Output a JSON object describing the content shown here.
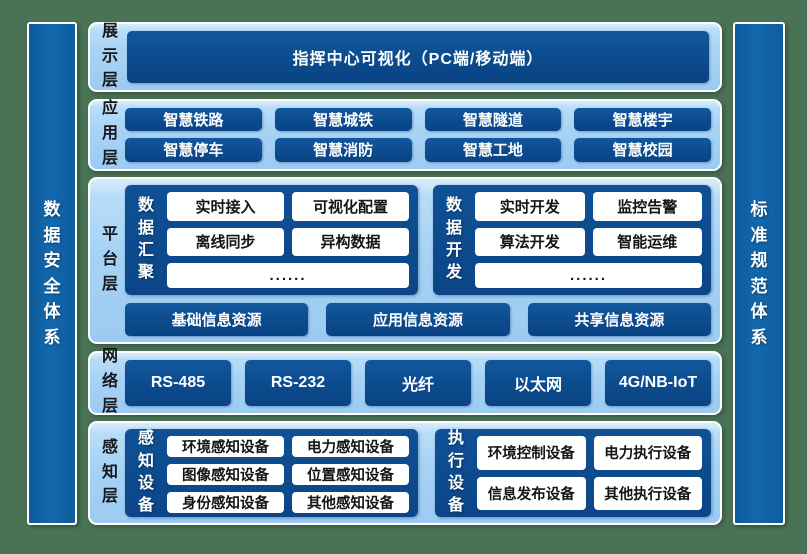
{
  "colors": {
    "background_green": "#4a7355",
    "pillar_blue": "#1268ac",
    "panel_light_blue": "#a6d2f4",
    "box_dark_blue": "#0c4b8d",
    "box_text_white": "#ffffff",
    "white_box_text": "#141414"
  },
  "sidebars": {
    "left": "数据安全体系",
    "right": "标准规范体系"
  },
  "layers": {
    "display": {
      "label": "展示层",
      "box": "指挥中心可视化（PC端/移动端）"
    },
    "application": {
      "label": "应用层",
      "items": [
        "智慧铁路",
        "智慧城铁",
        "智慧隧道",
        "智慧楼宇",
        "智慧停车",
        "智慧消防",
        "智慧工地",
        "智慧校园"
      ]
    },
    "platform": {
      "label": "平台层",
      "groups": [
        {
          "title": "数据汇聚",
          "items": [
            "实时接入",
            "可视化配置",
            "离线同步",
            "异构数据"
          ],
          "more": "......"
        },
        {
          "title": "数据开发",
          "items": [
            "实时开发",
            "监控告警",
            "算法开发",
            "智能运维"
          ],
          "more": "......"
        }
      ],
      "resources": [
        "基础信息资源",
        "应用信息资源",
        "共享信息资源"
      ]
    },
    "network": {
      "label": "网络层",
      "items": [
        "RS-485",
        "RS-232",
        "光纤",
        "以太网",
        "4G/NB-IoT"
      ]
    },
    "perception": {
      "label": "感知层",
      "groups": [
        {
          "title": "感知设备",
          "items": [
            "环境感知设备",
            "电力感知设备",
            "图像感知设备",
            "位置感知设备",
            "身份感知设备",
            "其他感知设备"
          ]
        },
        {
          "title": "执行设备",
          "items": [
            "环境控制设备",
            "电力执行设备",
            "信息发布设备",
            "其他执行设备"
          ]
        }
      ]
    }
  }
}
